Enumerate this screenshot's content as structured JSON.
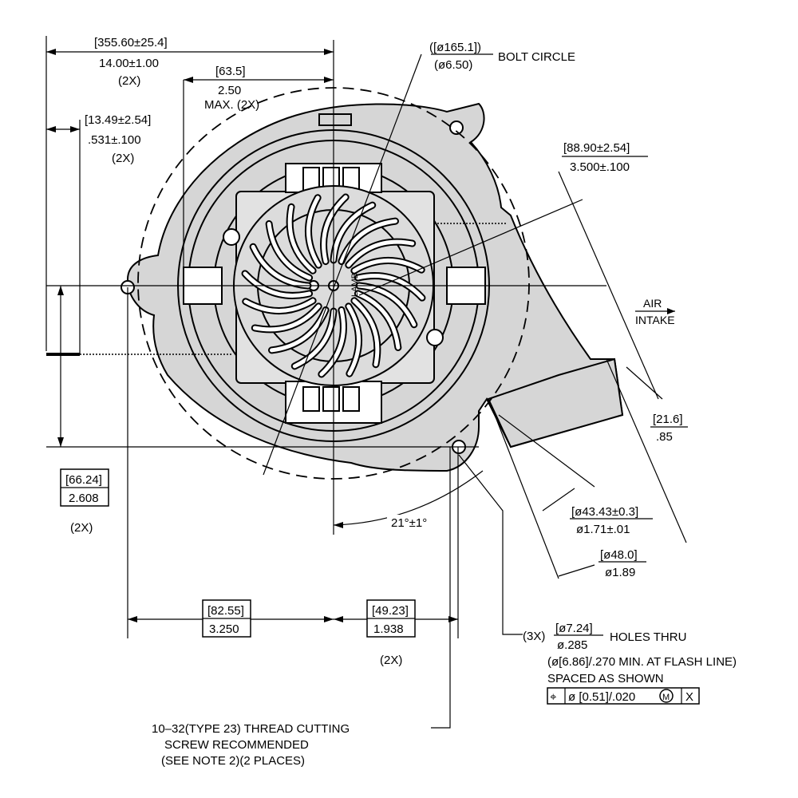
{
  "dims": {
    "overall_width_mm": "[355.60±25.4]",
    "overall_width_in": "14.00±1.00",
    "overall_width_qty": "(2X)",
    "max_mm": "[63.5]",
    "max_in": "2.50",
    "max_note": "MAX. (2X)",
    "offset_mm": "[13.49±2.54]",
    "offset_in": ".531±.100",
    "offset_qty": "(2X)",
    "bolt_mm": "([ø165.1])",
    "bolt_in": "(ø6.50)",
    "bolt_label": "BOLT CIRCLE",
    "outlet_mm": "[88.90±2.54]",
    "outlet_in": "3.500±.100",
    "air_label_1": "AIR",
    "air_label_2": "INTAKE",
    "flange_mm": "[21.6]",
    "flange_in": ".85",
    "height_mm": "[66.24]",
    "height_in": "2.608",
    "height_qty": "(2X)",
    "angle": "21°±1°",
    "inner_dia_mm": "[ø43.43±0.3]",
    "inner_dia_in": "ø1.71±.01",
    "outer_dia_mm": "[ø48.0]",
    "outer_dia_in": "ø1.89",
    "left_span_mm": "[82.55]",
    "left_span_in": "3.250",
    "right_span_mm": "[49.23]",
    "right_span_in": "1.938",
    "right_span_qty": "(2X)",
    "motor_label": "LAMB"
  },
  "holes_note": {
    "qty": "(3X)",
    "dia_mm": "[ø7.24]",
    "dia_in": "ø.285",
    "line1_suffix": "HOLES THRU",
    "line2": "(ø[6.86]/.270 MIN. AT FLASH LINE)",
    "line3": "SPACED AS SHOWN",
    "fcf_symbol": "⌖",
    "fcf_tolerance": "ø [0.51]/.020",
    "fcf_modifier": "M",
    "fcf_datum": "X"
  },
  "screw_note": {
    "line1": "10–32(TYPE 23) THREAD CUTTING",
    "line2": "SCREW RECOMMENDED",
    "line3": "(SEE NOTE 2)(2 PLACES)"
  }
}
